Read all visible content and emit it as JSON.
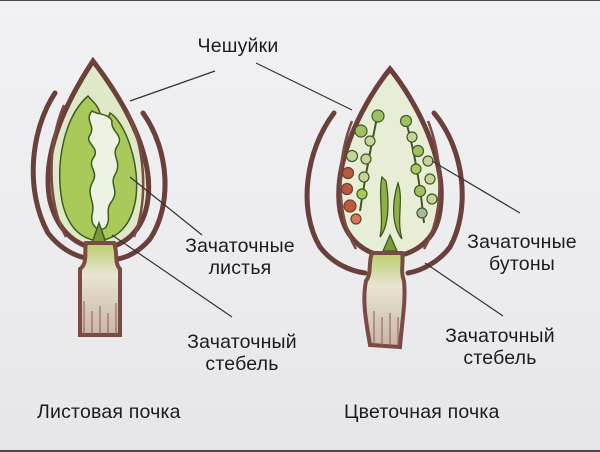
{
  "diagram": {
    "scales_label": "Чешуйки",
    "leaf_bud": {
      "caption": "Листовая почка",
      "embryonic_leaves": {
        "line1": "Зачаточные",
        "line2": "листья"
      },
      "embryonic_stem": {
        "line1": "Зачаточный",
        "line2": "стебель"
      }
    },
    "flower_bud": {
      "caption": "Цветочная почка",
      "embryonic_buds": {
        "line1": "Зачаточные",
        "line2": "бутоны"
      },
      "embryonic_stem": {
        "line1": "Зачаточный",
        "line2": "стебель"
      }
    },
    "colors": {
      "background": "#eeeef0",
      "scale_brown": "#6b3f3a",
      "leaf_green": "#a9c95a",
      "pale_green": "#dfe8c8",
      "stem_pale": "#e9e2d6",
      "flower_bud_red": "#b85a3c",
      "pointer_line": "#333333",
      "text": "#1c1c1e"
    }
  }
}
